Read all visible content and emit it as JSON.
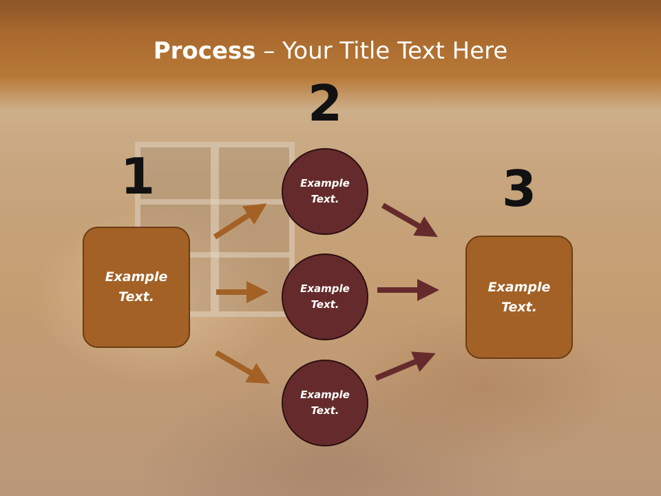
{
  "slide": {
    "title_bold": "Process",
    "title_rest": " – Your Title Text Here"
  },
  "steps": {
    "step1_number": "1",
    "step2_number": "2",
    "step3_number": "3"
  },
  "left_box": {
    "line1": "Example",
    "line2": "Text."
  },
  "circles": [
    {
      "line1": "Example",
      "line2": "Text."
    },
    {
      "line1": "Example",
      "line2": "Text."
    },
    {
      "line1": "Example",
      "line2": "Text."
    }
  ],
  "right_box": {
    "line1": "Example",
    "line2": "Text."
  },
  "colors": {
    "box_fill": "#a36126",
    "circle_fill": "#652b2c",
    "arrow_left": "#a36126",
    "arrow_right": "#652b2c"
  }
}
